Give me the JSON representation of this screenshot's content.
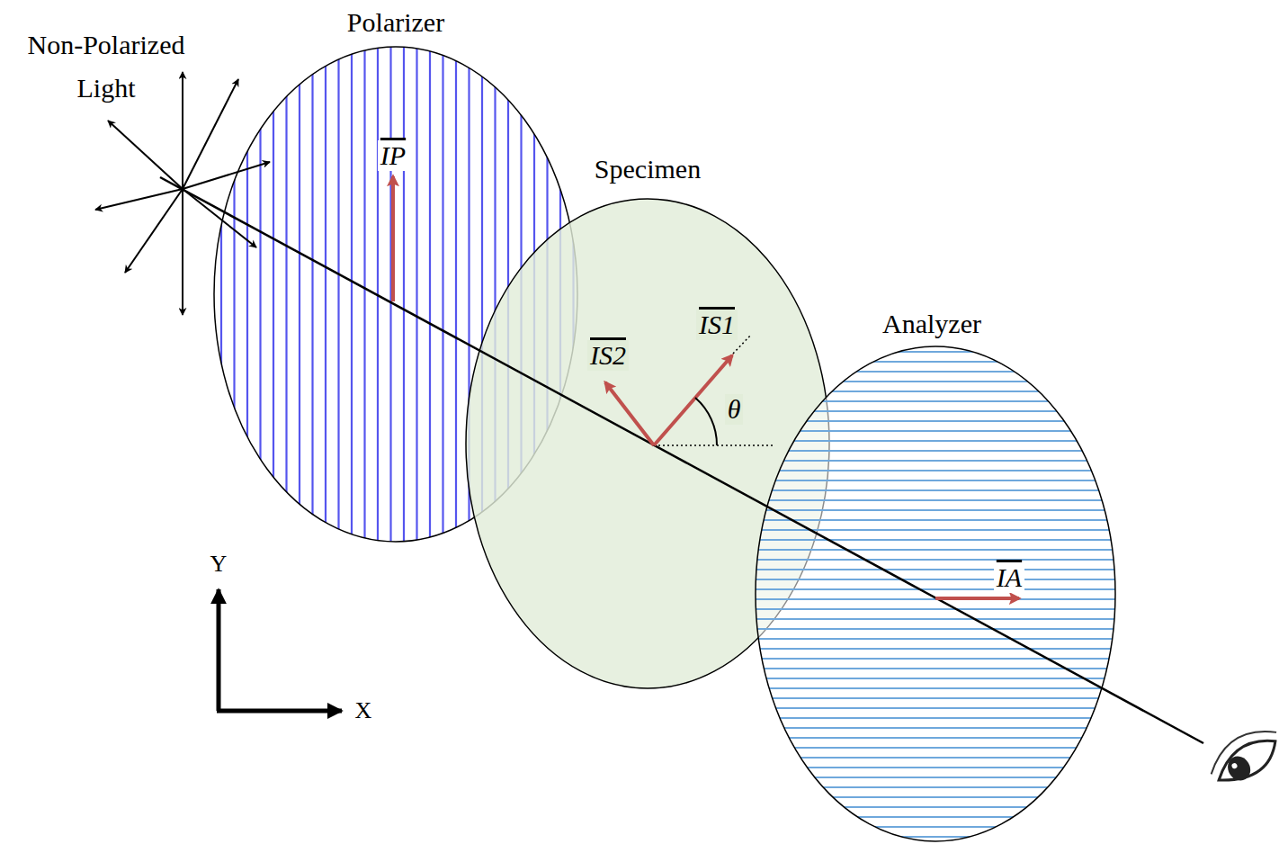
{
  "diagram": {
    "nodes": [
      {
        "text": [
          "Polarizer",
          "IP"
        ]
      },
      {
        "text": [
          "Specimen",
          "IS2",
          "IS1",
          "θ"
        ]
      },
      {
        "text": [
          "Analyzer",
          "IA"
        ]
      }
    ],
    "labels": [
      "Non-Polarized Light",
      "Y",
      "X"
    ]
  }
}
